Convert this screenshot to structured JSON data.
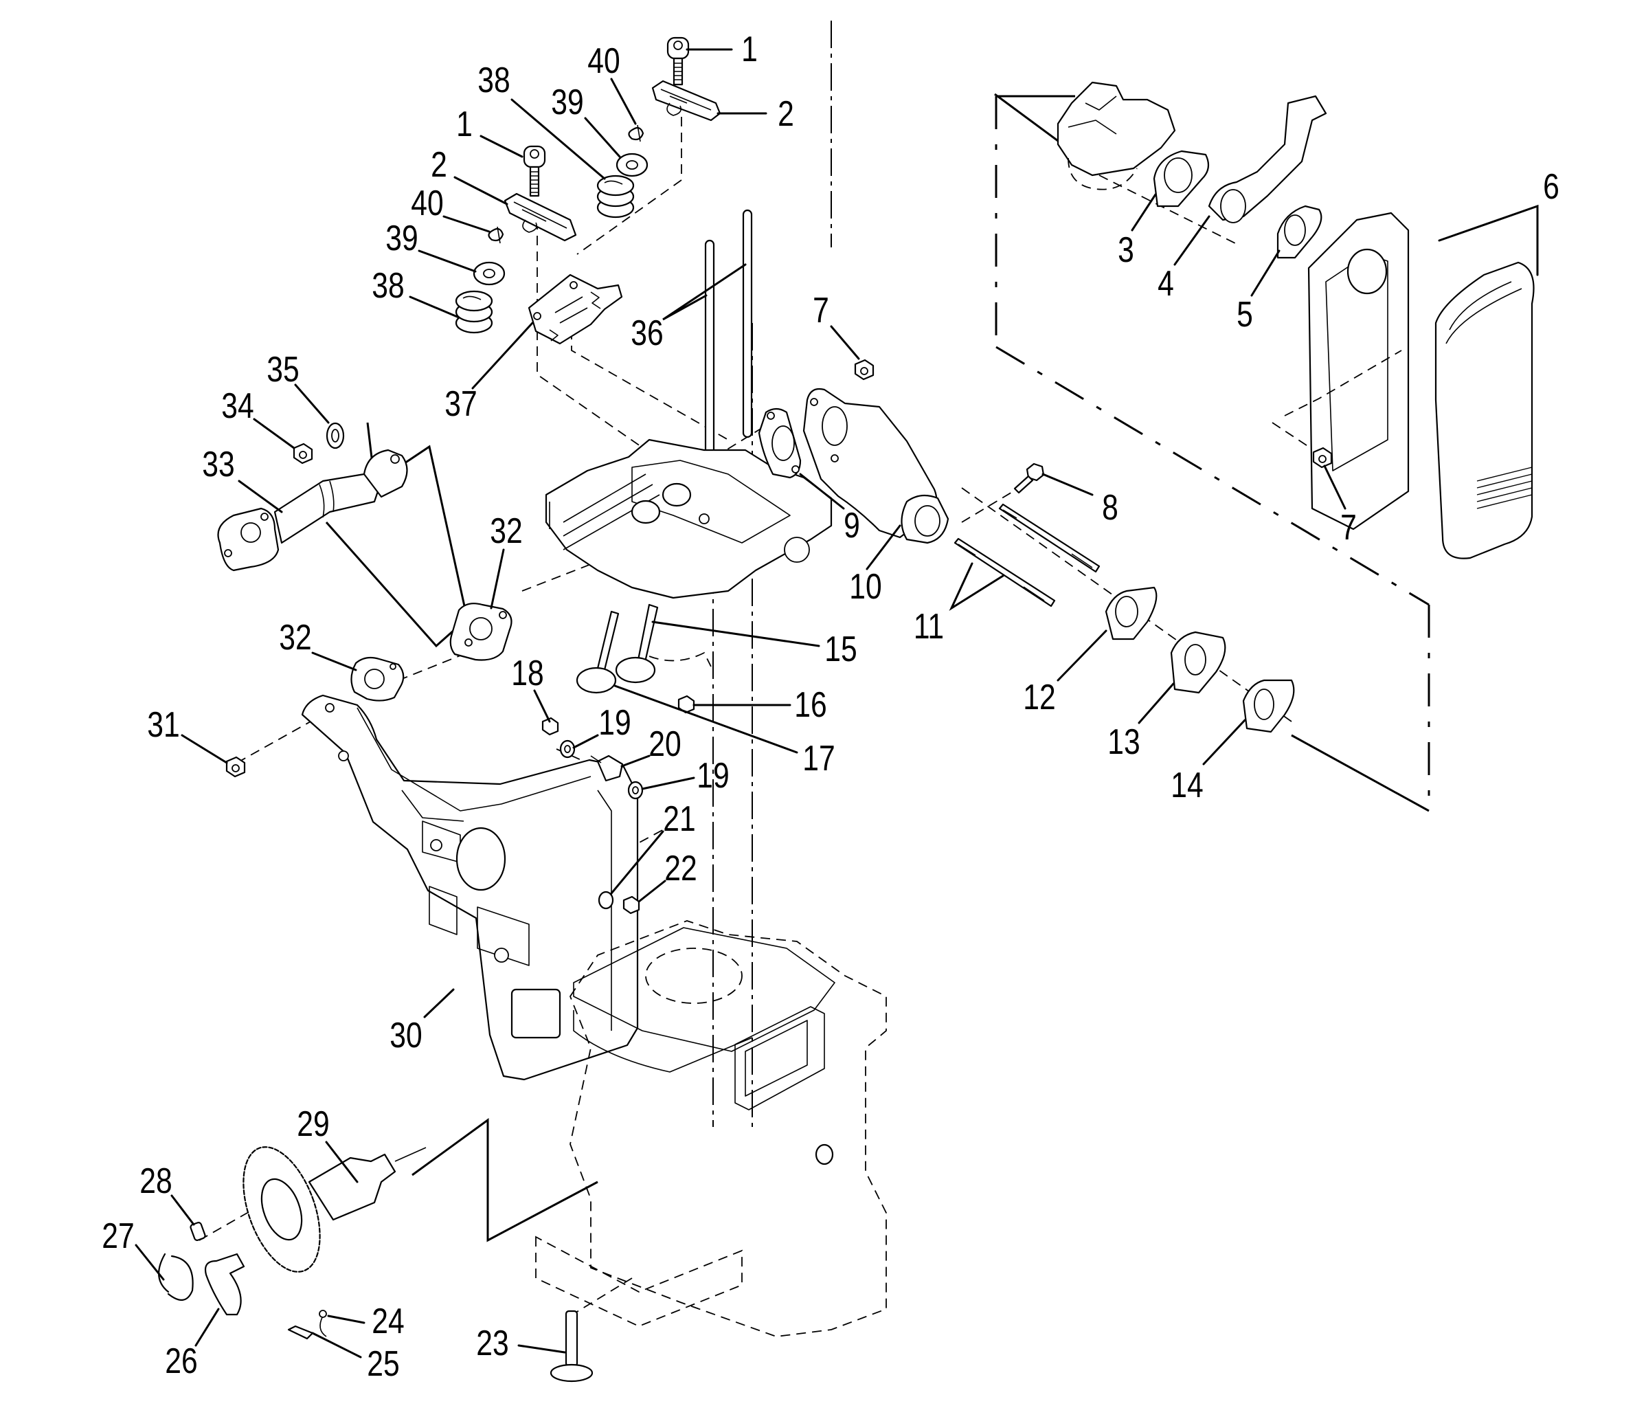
{
  "figure": {
    "title": "Engine exploded parts diagram",
    "background_color": "#ffffff",
    "line_color": "#000000"
  },
  "callouts": [
    {
      "id": "c1a",
      "number": "1",
      "part": "screw"
    },
    {
      "id": "c2a",
      "number": "2",
      "part": "rocker-arm"
    },
    {
      "id": "c40a",
      "number": "40",
      "part": "valve-keeper"
    },
    {
      "id": "c39a",
      "number": "39",
      "part": "spring-retainer"
    },
    {
      "id": "c38a",
      "number": "38",
      "part": "valve-spring"
    },
    {
      "id": "c1b",
      "number": "1",
      "part": "screw"
    },
    {
      "id": "c2b",
      "number": "2",
      "part": "rocker-arm"
    },
    {
      "id": "c40b",
      "number": "40",
      "part": "valve-keeper"
    },
    {
      "id": "c39b",
      "number": "39",
      "part": "spring-retainer"
    },
    {
      "id": "c38b",
      "number": "38",
      "part": "valve-spring"
    },
    {
      "id": "c37",
      "number": "37",
      "part": "push-rod-guide-plate"
    },
    {
      "id": "c36",
      "number": "36",
      "part": "push-rod"
    },
    {
      "id": "c7a",
      "number": "7",
      "part": "flange-nut"
    },
    {
      "id": "c35",
      "number": "35",
      "part": "washer"
    },
    {
      "id": "c34",
      "number": "34",
      "part": "nut"
    },
    {
      "id": "c33",
      "number": "33",
      "part": "exhaust-pipe"
    },
    {
      "id": "c32a",
      "number": "32",
      "part": "exhaust-gasket"
    },
    {
      "id": "c32b",
      "number": "32",
      "part": "exhaust-gasket"
    },
    {
      "id": "c31",
      "number": "31",
      "part": "flange-nut"
    },
    {
      "id": "c30",
      "number": "30",
      "part": "muffler"
    },
    {
      "id": "c29",
      "number": "29",
      "part": "camshaft"
    },
    {
      "id": "c28",
      "number": "28",
      "part": "pin"
    },
    {
      "id": "c27",
      "number": "27",
      "part": "retaining-ring"
    },
    {
      "id": "c26",
      "number": "26",
      "part": "decompressor-weight"
    },
    {
      "id": "c25",
      "number": "25",
      "part": "pin"
    },
    {
      "id": "c24",
      "number": "24",
      "part": "spring"
    },
    {
      "id": "c23",
      "number": "23",
      "part": "valve-lifter"
    },
    {
      "id": "c22",
      "number": "22",
      "part": "nut"
    },
    {
      "id": "c21",
      "number": "21",
      "part": "washer"
    },
    {
      "id": "c20",
      "number": "20",
      "part": "stud"
    },
    {
      "id": "c19a",
      "number": "19",
      "part": "washer"
    },
    {
      "id": "c19b",
      "number": "19",
      "part": "washer"
    },
    {
      "id": "c18",
      "number": "18",
      "part": "nut"
    },
    {
      "id": "c17",
      "number": "17",
      "part": "exhaust-valve"
    },
    {
      "id": "c16",
      "number": "16",
      "part": "nut"
    },
    {
      "id": "c15",
      "number": "15",
      "part": "intake-valve"
    },
    {
      "id": "c9",
      "number": "9",
      "part": "intake-gasket"
    },
    {
      "id": "c10",
      "number": "10",
      "part": "intake-manifold"
    },
    {
      "id": "c11",
      "number": "11",
      "part": "stud-bolts"
    },
    {
      "id": "c8",
      "number": "8",
      "part": "flange-bolt"
    },
    {
      "id": "c7b",
      "number": "7",
      "part": "flange-nut"
    },
    {
      "id": "c12",
      "number": "12",
      "part": "gasket"
    },
    {
      "id": "c13",
      "number": "13",
      "part": "insulator"
    },
    {
      "id": "c14",
      "number": "14",
      "part": "gasket"
    },
    {
      "id": "c3",
      "number": "3",
      "part": "carburetor-gasket"
    },
    {
      "id": "c4",
      "number": "4",
      "part": "bracket-plate"
    },
    {
      "id": "c5",
      "number": "5",
      "part": "air-cleaner-gasket"
    },
    {
      "id": "c6",
      "number": "6",
      "part": "air-cleaner-assembly"
    }
  ]
}
